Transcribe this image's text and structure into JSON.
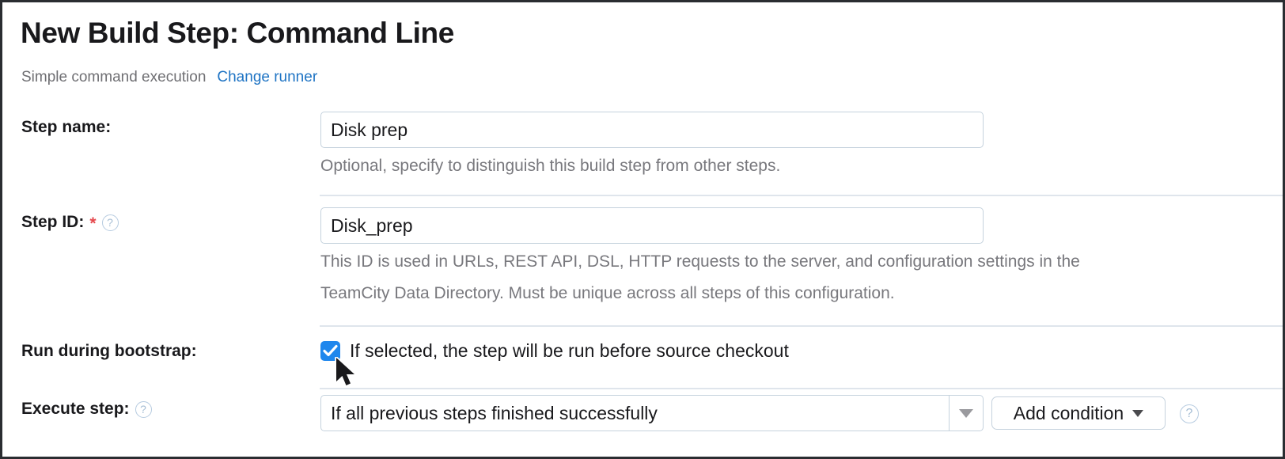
{
  "header": {
    "title": "New Build Step: Command Line",
    "subtitle": "Simple command execution",
    "change_runner_link": "Change runner"
  },
  "form": {
    "step_name": {
      "label": "Step name:",
      "value": "Disk prep",
      "placeholder": "",
      "hint": "Optional, specify to distinguish this build step from other steps."
    },
    "step_id": {
      "label": "Step ID:",
      "required_marker": "*",
      "help_icon": "question-mark-icon",
      "value": "Disk_prep",
      "placeholder": "",
      "hint_line1": "This ID is used in URLs, REST API, DSL, HTTP requests to the server, and configuration settings in the",
      "hint_line2": "TeamCity Data Directory. Must be unique across all steps of this configuration."
    },
    "run_during_bootstrap": {
      "label": "Run during bootstrap:",
      "checked": true,
      "checkbox_text": "If selected, the step will be run before source checkout"
    },
    "execute_step": {
      "label": "Execute step:",
      "help_icon": "question-mark-icon",
      "selected_option": "If all previous steps finished successfully",
      "add_condition_label": "Add condition",
      "add_condition_caret": "chevron-down-icon",
      "trailing_help_icon": "question-mark-icon"
    }
  },
  "colors": {
    "accent_link": "#1f74c4",
    "checkbox_blue": "#1f87ed",
    "required_red": "#e5484d",
    "border": "#c5d2dd",
    "hint_text": "#78787d"
  }
}
